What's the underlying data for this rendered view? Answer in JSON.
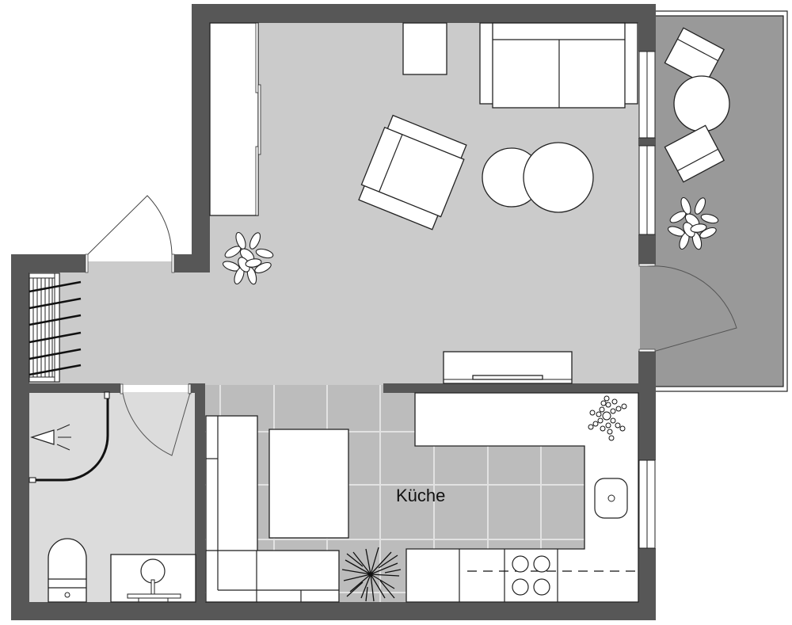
{
  "plan": {
    "type": "apartment-floor-plan",
    "colors": {
      "wall": "#575757",
      "living_floor": "#cbcbcb",
      "bath_floor": "#dcdcdc",
      "kitchen_tile": "#bcbcbc",
      "balcony_floor": "#999999",
      "furniture": "#ffffff",
      "outline": "#222222"
    },
    "rooms": [
      {
        "id": "living",
        "label": ""
      },
      {
        "id": "hallway",
        "label": ""
      },
      {
        "id": "bathroom",
        "label": ""
      },
      {
        "id": "kitchen",
        "label": "Küche"
      },
      {
        "id": "balcony",
        "label": ""
      }
    ],
    "furniture": [
      "wardrobe",
      "side-table",
      "sofa",
      "armchair",
      "round-coffee-table-small",
      "round-coffee-table-large",
      "tv-sideboard",
      "coat-rack",
      "shower",
      "toilet",
      "washbasin",
      "kitchen-bench",
      "dining-table",
      "kitchen-counter",
      "sink",
      "stove",
      "balcony-chair",
      "balcony-table",
      "plant"
    ]
  }
}
